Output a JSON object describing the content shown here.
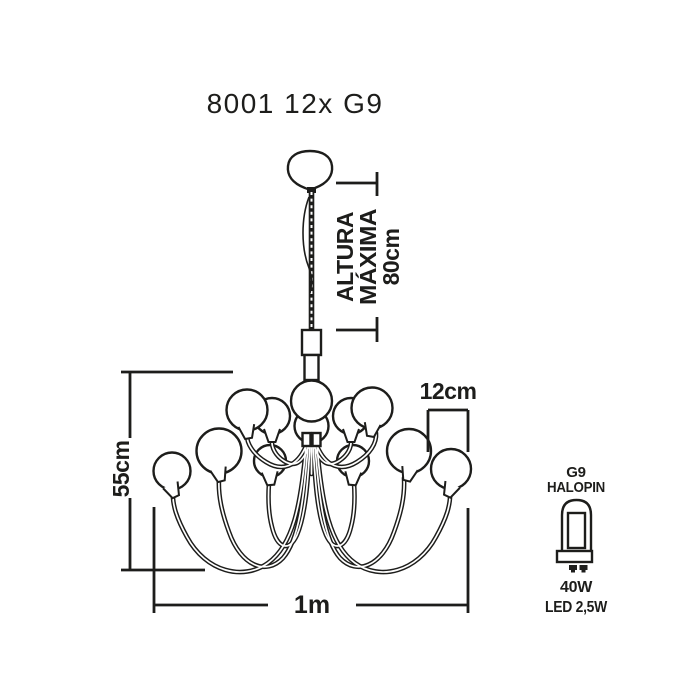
{
  "title": "8001 12x G9",
  "dimensions": {
    "max_height_label_line1": "ALTURA",
    "max_height_label_line2": "MÁXIMA",
    "max_height_value": "80cm",
    "globe_spacing": "12cm",
    "body_height": "55cm",
    "total_width": "1m"
  },
  "bulb_spec": {
    "socket": "G9",
    "type": "HALOPIN",
    "halogen_wattage": "40W",
    "led_wattage": "LED 2,5W"
  },
  "colors": {
    "ink": "#1d1d1b",
    "background": "#ffffff"
  }
}
